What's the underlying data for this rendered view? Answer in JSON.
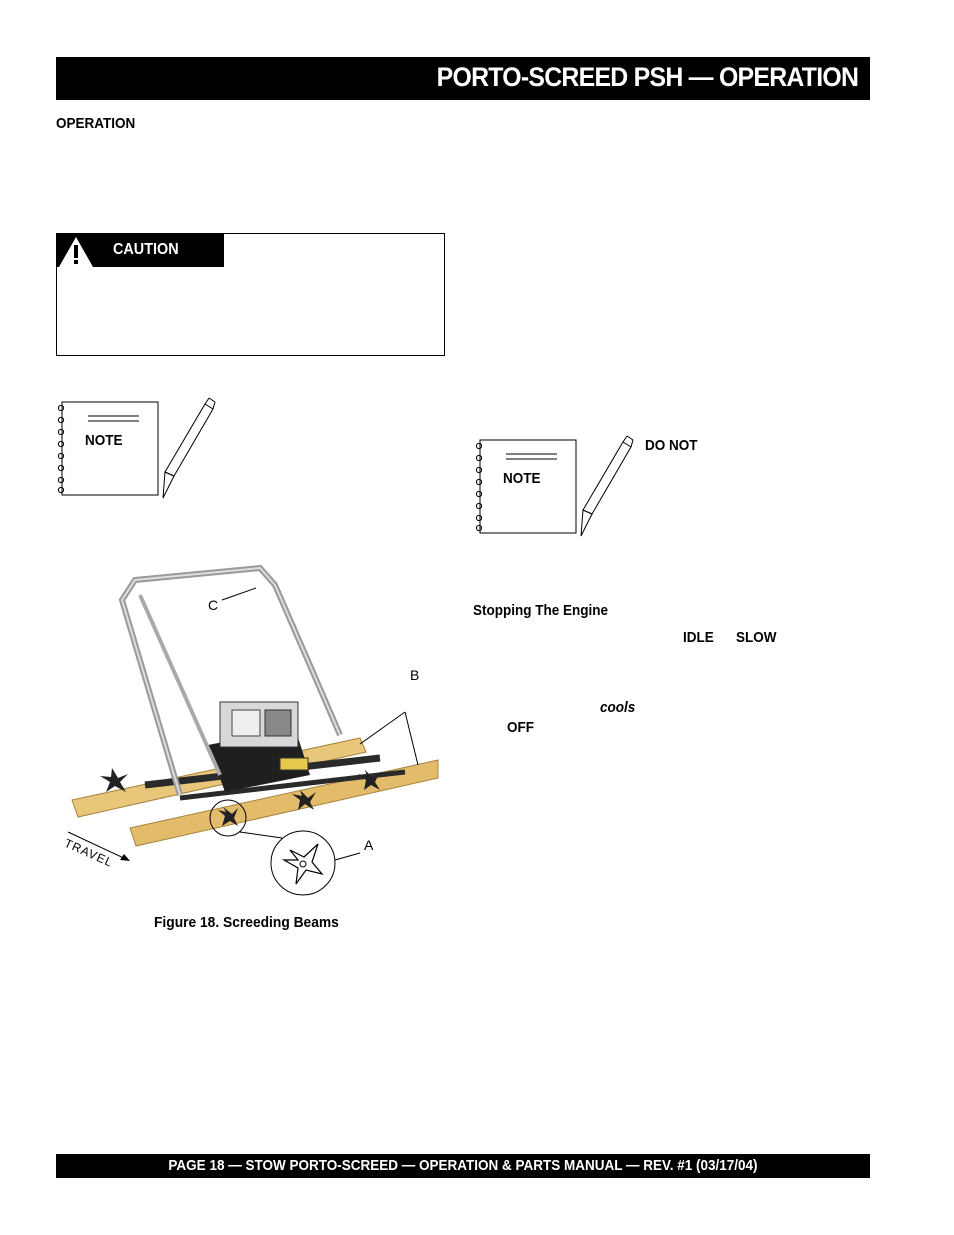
{
  "header": {
    "title": "PORTO-SCREED PSH — OPERATION"
  },
  "section": {
    "heading": "OPERATION"
  },
  "caution": {
    "label": "CAUTION"
  },
  "note1": {
    "label": "NOTE"
  },
  "note2": {
    "label": "NOTE",
    "emphasis": "DO NOT"
  },
  "stopping": {
    "heading": "Stopping The Engine",
    "word_idle": "IDLE",
    "word_slow": "SLOW",
    "word_cools": "cools",
    "word_off": "OFF"
  },
  "figure": {
    "caption": "Figure 18.  Screeding Beams",
    "label_a": "A",
    "label_b": "B",
    "label_c": "C",
    "label_travel": "TRAVEL"
  },
  "footer": {
    "text": "PAGE 18 — STOW PORTO-SCREED — OPERATION & PARTS MANUAL — REV. #1 (03/17/04)"
  }
}
